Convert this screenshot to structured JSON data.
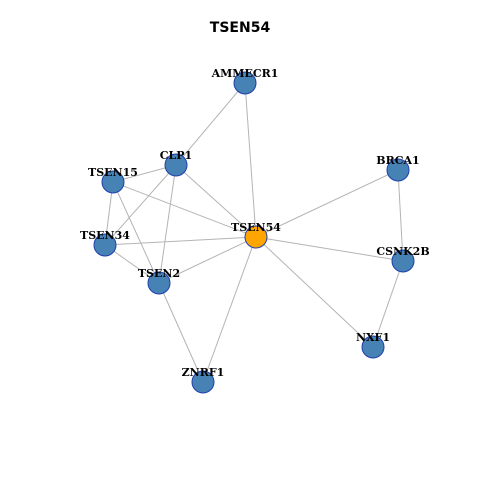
{
  "title": "TSEN54",
  "colors": {
    "node_fill": "#4682b4",
    "node_stroke": "#1f3fae",
    "center_fill": "#ffa500",
    "edge": "#b4b4b4"
  },
  "nodes": [
    {
      "id": "AMMECR1",
      "label": "AMMECR1",
      "center": false
    },
    {
      "id": "CLP1",
      "label": "CLP1",
      "center": false
    },
    {
      "id": "TSEN15",
      "label": "TSEN15",
      "center": false
    },
    {
      "id": "BRCA1",
      "label": "BRCA1",
      "center": false
    },
    {
      "id": "TSEN54",
      "label": "TSEN54",
      "center": true
    },
    {
      "id": "TSEN34",
      "label": "TSEN34",
      "center": false
    },
    {
      "id": "CSNK2B",
      "label": "CSNK2B",
      "center": false
    },
    {
      "id": "TSEN2",
      "label": "TSEN2",
      "center": false
    },
    {
      "id": "NXF1",
      "label": "NXF1",
      "center": false
    },
    {
      "id": "ZNRF1",
      "label": "ZNRF1",
      "center": false
    }
  ],
  "edges": [
    [
      "AMMECR1",
      "CLP1"
    ],
    [
      "AMMECR1",
      "TSEN54"
    ],
    [
      "CLP1",
      "TSEN15"
    ],
    [
      "CLP1",
      "TSEN54"
    ],
    [
      "CLP1",
      "TSEN34"
    ],
    [
      "CLP1",
      "TSEN2"
    ],
    [
      "TSEN15",
      "TSEN54"
    ],
    [
      "TSEN15",
      "TSEN34"
    ],
    [
      "TSEN15",
      "TSEN2"
    ],
    [
      "TSEN34",
      "TSEN54"
    ],
    [
      "TSEN34",
      "TSEN2"
    ],
    [
      "TSEN2",
      "TSEN54"
    ],
    [
      "TSEN2",
      "ZNRF1"
    ],
    [
      "ZNRF1",
      "TSEN54"
    ],
    [
      "BRCA1",
      "TSEN54"
    ],
    [
      "BRCA1",
      "CSNK2B"
    ],
    [
      "CSNK2B",
      "TSEN54"
    ],
    [
      "CSNK2B",
      "NXF1"
    ],
    [
      "NXF1",
      "TSEN54"
    ]
  ]
}
